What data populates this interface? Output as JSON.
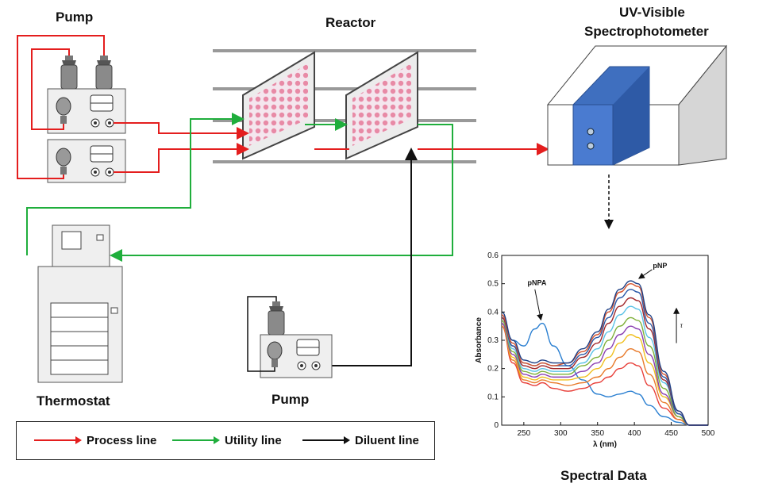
{
  "labels": {
    "pump_top": "Pump",
    "reactor": "Reactor",
    "uv_line1": "UV-Visible",
    "uv_line2": "Spectrophotometer",
    "thermostat": "Thermostat",
    "pump_bottom": "Pump",
    "spectral": "Spectral Data"
  },
  "legend": [
    {
      "label": "Process line",
      "color": "#e41e1e"
    },
    {
      "label": "Utility line",
      "color": "#1fae3c"
    },
    {
      "label": "Diluent line",
      "color": "#111111"
    }
  ],
  "colors": {
    "process": "#e41e1e",
    "utility": "#1fae3c",
    "diluent": "#111111",
    "spectro_blue": "#3f6fbf"
  },
  "chart_data": {
    "type": "line",
    "xlabel": "λ (nm)",
    "ylabel": "Absorbance",
    "xlim": [
      220,
      500
    ],
    "ylim": [
      0,
      0.6
    ],
    "xticks": [
      250,
      300,
      350,
      400,
      450,
      500
    ],
    "yticks": [
      0,
      0.1,
      0.2,
      0.3,
      0.4,
      0.5,
      0.6
    ],
    "annotations": [
      "pNPA",
      "pNP",
      "τ"
    ],
    "grid": false,
    "x": [
      220,
      235,
      250,
      265,
      275,
      290,
      310,
      330,
      350,
      365,
      380,
      395,
      405,
      420,
      440,
      460,
      475,
      500
    ],
    "series": [
      {
        "color": "#2a7fd1",
        "values": [
          0.38,
          0.3,
          0.28,
          0.34,
          0.36,
          0.28,
          0.21,
          0.16,
          0.11,
          0.1,
          0.11,
          0.12,
          0.11,
          0.07,
          0.03,
          0.01,
          0.0,
          0.0
        ]
      },
      {
        "color": "#e8403a",
        "values": [
          0.35,
          0.22,
          0.15,
          0.14,
          0.15,
          0.13,
          0.12,
          0.13,
          0.15,
          0.17,
          0.2,
          0.22,
          0.21,
          0.14,
          0.06,
          0.02,
          0.0,
          0.0
        ]
      },
      {
        "color": "#e87a2a",
        "values": [
          0.35,
          0.23,
          0.16,
          0.15,
          0.16,
          0.15,
          0.14,
          0.15,
          0.17,
          0.2,
          0.24,
          0.27,
          0.26,
          0.18,
          0.08,
          0.02,
          0.0,
          0.0
        ]
      },
      {
        "color": "#f0c020",
        "values": [
          0.36,
          0.24,
          0.17,
          0.16,
          0.17,
          0.16,
          0.16,
          0.17,
          0.2,
          0.24,
          0.29,
          0.32,
          0.31,
          0.22,
          0.1,
          0.03,
          0.0,
          0.0
        ]
      },
      {
        "color": "#8a3fb2",
        "values": [
          0.36,
          0.25,
          0.18,
          0.17,
          0.18,
          0.17,
          0.17,
          0.19,
          0.22,
          0.27,
          0.32,
          0.35,
          0.34,
          0.25,
          0.11,
          0.03,
          0.0,
          0.0
        ]
      },
      {
        "color": "#7fb03a",
        "values": [
          0.37,
          0.26,
          0.19,
          0.18,
          0.19,
          0.18,
          0.18,
          0.21,
          0.24,
          0.3,
          0.35,
          0.38,
          0.37,
          0.28,
          0.13,
          0.03,
          0.0,
          0.0
        ]
      },
      {
        "color": "#5bc2e6",
        "values": [
          0.38,
          0.27,
          0.2,
          0.19,
          0.2,
          0.19,
          0.19,
          0.22,
          0.27,
          0.33,
          0.39,
          0.42,
          0.41,
          0.31,
          0.15,
          0.04,
          0.0,
          0.0
        ]
      },
      {
        "color": "#a0262a",
        "values": [
          0.38,
          0.28,
          0.21,
          0.2,
          0.21,
          0.2,
          0.2,
          0.24,
          0.29,
          0.36,
          0.42,
          0.45,
          0.44,
          0.34,
          0.16,
          0.04,
          0.0,
          0.0
        ]
      },
      {
        "color": "#2a58a8",
        "values": [
          0.39,
          0.28,
          0.22,
          0.21,
          0.22,
          0.21,
          0.21,
          0.25,
          0.31,
          0.38,
          0.45,
          0.48,
          0.47,
          0.36,
          0.17,
          0.04,
          0.0,
          0.0
        ]
      },
      {
        "color": "#d6552f",
        "values": [
          0.39,
          0.29,
          0.22,
          0.21,
          0.22,
          0.21,
          0.22,
          0.26,
          0.32,
          0.4,
          0.47,
          0.5,
          0.49,
          0.38,
          0.18,
          0.05,
          0.0,
          0.0
        ]
      },
      {
        "color": "#1d3f85",
        "values": [
          0.4,
          0.3,
          0.23,
          0.22,
          0.23,
          0.22,
          0.22,
          0.27,
          0.33,
          0.41,
          0.48,
          0.51,
          0.5,
          0.39,
          0.19,
          0.05,
          0.0,
          0.0
        ]
      }
    ]
  }
}
